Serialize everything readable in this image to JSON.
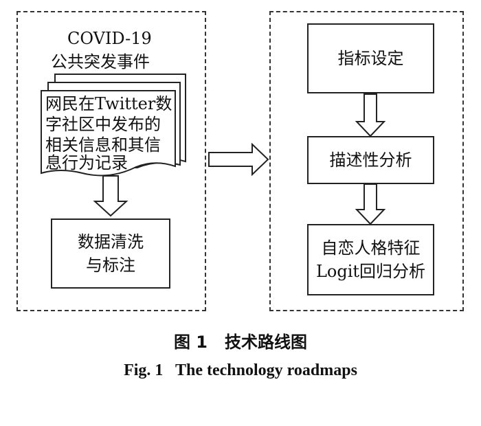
{
  "left_panel": {
    "event_title": "COVID-19",
    "event_subtitle": "公共突发事件",
    "document_lines": [
      "网民在Twitter数",
      "字社区中发布的",
      "相关信息和其信",
      "息行为记录"
    ],
    "cleaning_lines": [
      "数据清洗",
      "与标注"
    ]
  },
  "right_panel": {
    "steps": [
      {
        "lines": [
          "指标设定"
        ]
      },
      {
        "lines": [
          "描述性分析"
        ]
      },
      {
        "lines": [
          "自恋人格特征",
          "Logit回归分析"
        ]
      }
    ]
  },
  "caption": {
    "zh": "图 1   技术路线图",
    "en": "Fig. 1   The technology roadmaps"
  }
}
